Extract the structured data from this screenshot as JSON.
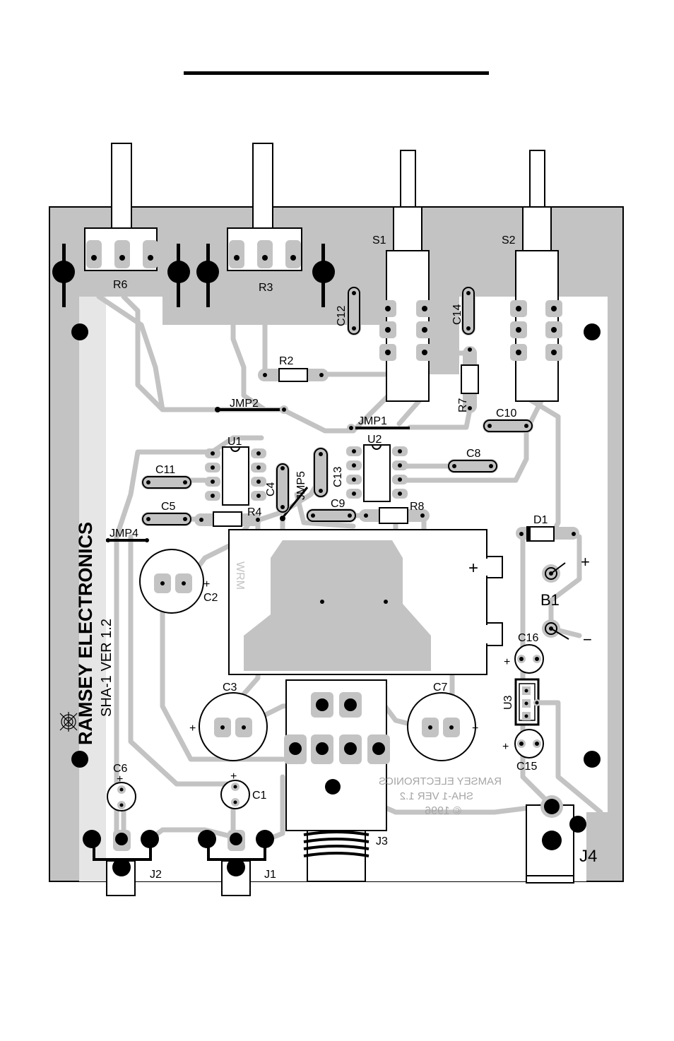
{
  "board": {
    "brand_line1": "RAMSEY ELECTRONICS",
    "brand_line2": "SHA-1  VER 1.2",
    "mirror_line1": "RAMSEY ELECTRONICS",
    "mirror_line2": "SHA-1  VER 1.2",
    "mirror_line3": "© 1996",
    "mirror_logo": "WRM",
    "polarity_plus": "+",
    "polarity_minus": "−"
  },
  "labels": {
    "r6": "R6",
    "r3": "R3",
    "s1": "S1",
    "s2": "S2",
    "c12": "C12",
    "c14": "C14",
    "r2": "R2",
    "r7": "R7",
    "jmp2": "JMP2",
    "jmp1": "JMP1",
    "c10": "C10",
    "u1": "U1",
    "u2": "U2",
    "c8": "C8",
    "c11": "C11",
    "c4": "C4",
    "jmp5": "JMP5",
    "c13": "C13",
    "c9": "C9",
    "r8": "R8",
    "c5": "C5",
    "r4": "R4",
    "jmp4": "JMP4",
    "d1": "D1",
    "c2": "C2",
    "b1": "B1",
    "c16": "C16",
    "c3": "C3",
    "c7": "C7",
    "u3": "U3",
    "c15": "C15",
    "c6": "C6",
    "c1": "C1",
    "j3": "J3",
    "j2": "J2",
    "j1": "J1",
    "j4": "J4"
  }
}
